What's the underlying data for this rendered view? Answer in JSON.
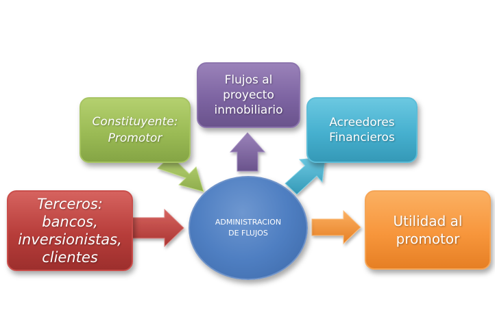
{
  "center": {
    "line1": "ADMINISTRACION",
    "line2": "DE FLUJOS",
    "color": "#4f81bd"
  },
  "nodes": {
    "terceros": {
      "lines": [
        "Terceros:",
        "bancos,",
        "inversionistas,",
        "clientes"
      ],
      "color": "#c0504d"
    },
    "constituyente": {
      "lines": [
        "Constituyente:",
        "Promotor"
      ],
      "color": "#9bbb59"
    },
    "flujos": {
      "lines": [
        "Flujos al",
        "proyecto",
        "inmobiliario"
      ],
      "color": "#8064a2"
    },
    "acreedores": {
      "lines": [
        "Acreedores",
        "Financieros"
      ],
      "color": "#4bacc6"
    },
    "utilidad": {
      "lines": [
        "Utilidad al",
        "promotor"
      ],
      "color": "#f79646"
    }
  }
}
